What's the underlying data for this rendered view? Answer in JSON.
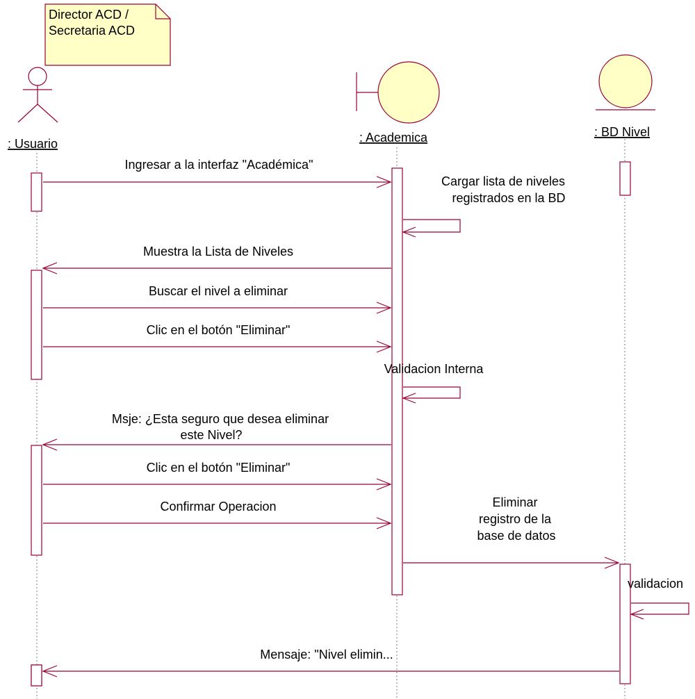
{
  "note": {
    "lines": [
      "Director ACD /",
      "Secretaria ACD"
    ]
  },
  "objects": {
    "usuario": {
      "label": ": Usuario"
    },
    "academica": {
      "label": ": Academica"
    },
    "bd_nivel": {
      "label": ": BD Nivel"
    }
  },
  "messages": {
    "m1": {
      "text": "Ingresar a la interfaz \"Académica\""
    },
    "m2": {
      "lines": [
        "Cargar lista de niveles",
        "registrados en la BD"
      ]
    },
    "m3": {
      "text": "Muestra la Lista de Niveles"
    },
    "m4": {
      "text": "Buscar el nivel a eliminar"
    },
    "m5": {
      "text": "Clic en el botón \"Eliminar\""
    },
    "m6": {
      "text": "Validacion Interna"
    },
    "m7": {
      "lines": [
        "Msje: ¿Esta seguro que desea eliminar",
        "este Nivel?"
      ]
    },
    "m8": {
      "text": "Clic en el botón \"Eliminar\""
    },
    "m9": {
      "text": "Confirmar Operacion"
    },
    "m10": {
      "lines": [
        "Eliminar",
        "registro de la",
        "base de datos"
      ]
    },
    "m11": {
      "text": "validacion"
    },
    "m12": {
      "text": "Mensaje: \"Nivel elimin..."
    }
  },
  "colors": {
    "message_line": "#990033",
    "actor_fill": "#ffffc6",
    "note_fill": "#ffffc6",
    "lifeline": "#7a7a7a"
  }
}
